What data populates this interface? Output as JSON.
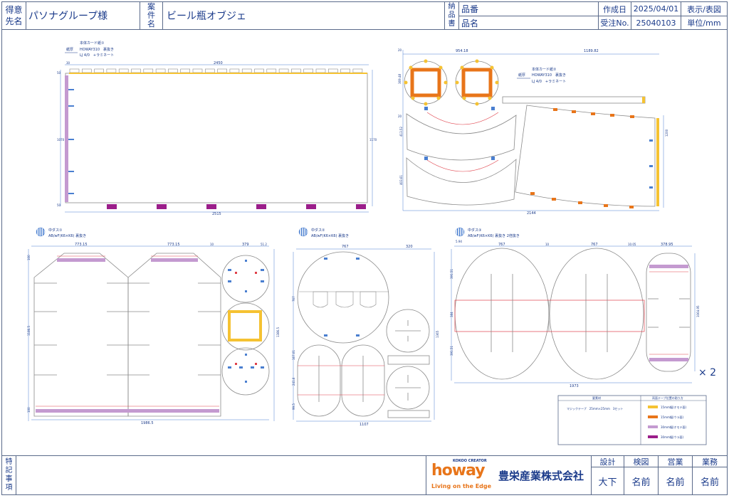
{
  "header": {
    "client_label_line1": "得意",
    "client_label_line2": "先名",
    "client_name": "パソナグループ様",
    "project_label_line1": "案",
    "project_label_line2": "件",
    "project_label_line3": "名",
    "project_name": "ビール瓶オブジェ",
    "delivery_label_line1": "納",
    "delivery_label_line2": "品",
    "delivery_label_line3": "書",
    "item_no_label": "品番",
    "item_name_label": "品名",
    "created_label": "作成日",
    "created_value": "2025/04/01",
    "view_label": "表示/表図",
    "order_no_label": "受注No.",
    "order_no_value": "25040103",
    "unit_label": "単位/mm"
  },
  "drawing": {
    "panel1": {
      "spec_label": "紙厚",
      "title": "本体カード紙①",
      "material": "HOWAY310　裏抜き",
      "print": "LJ 4/0　+ラミネート",
      "dim_top": "2450",
      "dim_bottom": "2515",
      "dim_left_top": "50",
      "dim_left_mid": "1070",
      "dim_left_bottom": "50",
      "dim_right": "1170",
      "dim_top_left": "30"
    },
    "panel2": {
      "spec_label": "紙厚",
      "title": "本体カード紙②",
      "material": "HOWAY310　裏抜き",
      "print": "LJ 4/0　+ラミネート",
      "dim_top_a": "954.18",
      "dim_top_b": "1189.82",
      "dim_bottom": "2144",
      "dim_right": "1200",
      "dim_left_a": "20",
      "dim_left_b": "369.48",
      "dim_left_c": "20",
      "dim_left_d": "413.52",
      "dim_left_e": "403.61"
    },
    "panel3": {
      "title": "中ダス①",
      "material": "AB/wF(K6×K6) 裏抜き",
      "dim_top_a": "773.15",
      "dim_top_b": "773.15",
      "dim_top_c": "10",
      "dim_top_d": "379",
      "dim_top_e": "51.2",
      "dim_bottom": "1986.5",
      "dim_left_a": "100",
      "dim_left_b": "1186.5",
      "dim_left_c": "100",
      "dim_right": "1386.5"
    },
    "panel4": {
      "title": "中ダス②",
      "material": "AB/wF(K6×K6) 裏抜き",
      "dim_top_a": "767",
      "dim_top_b": "320",
      "dim_bottom": "1107",
      "dim_left_a": "767",
      "dim_left_b": "167.01",
      "dim_left_c": "241.6",
      "dim_left_d": "99.5",
      "dim_right": "1365"
    },
    "panel5": {
      "title": "中ダス③",
      "material": "AB/wF(K6×K6) 裏抜き 2倍抜き",
      "dim_top_a": "767",
      "dim_top_b": "10",
      "dim_top_c": "767",
      "dim_top_d": "10.05",
      "dim_top_e": "378.95",
      "dim_top_f": "5.94",
      "dim_bottom": "1973",
      "dim_left_a": "391.51",
      "dim_left_b": "384",
      "dim_left_c": "391.51",
      "dim_right": "1064.95",
      "multiplier": "× 2"
    },
    "legend": {
      "col1_header": "要素材",
      "col2_header": "両面テープ位置の貼り方",
      "material_text": "マジックテープ　25mm×25mm　3セット",
      "items": [
        {
          "label": "15mm幅(オモテ面)",
          "color": "#f5c232"
        },
        {
          "label": "15mm幅(ウラ面)",
          "color": "#e8751a"
        },
        {
          "label": "30mm幅(オモテ面)",
          "color": "#c49ad0"
        },
        {
          "label": "30mm幅(ウラ面)",
          "color": "#9b1e8a"
        }
      ]
    }
  },
  "footer": {
    "notes_label_1": "特",
    "notes_label_2": "記",
    "notes_label_3": "事",
    "notes_label_4": "項",
    "logo_tag": "KOKOO CREATOR",
    "logo_word": "howay",
    "logo_slogan": "Living on the Edge",
    "company": "豊栄産業株式会社",
    "role_1": "設計",
    "role_2": "検図",
    "role_3": "営業",
    "role_4": "業務",
    "name_1": "大下",
    "name_2": "名前",
    "name_3": "名前",
    "name_4": "名前"
  },
  "colors": {
    "line": "#5a6a8a",
    "ink": "#1a3a8a",
    "dim": "#4a7fd0",
    "yellow": "#f5c232",
    "orange": "#e8751a",
    "lavender": "#c49ad0",
    "purple": "#9b1e8a",
    "red": "#e0404a",
    "shape": "#8a8a8a"
  }
}
